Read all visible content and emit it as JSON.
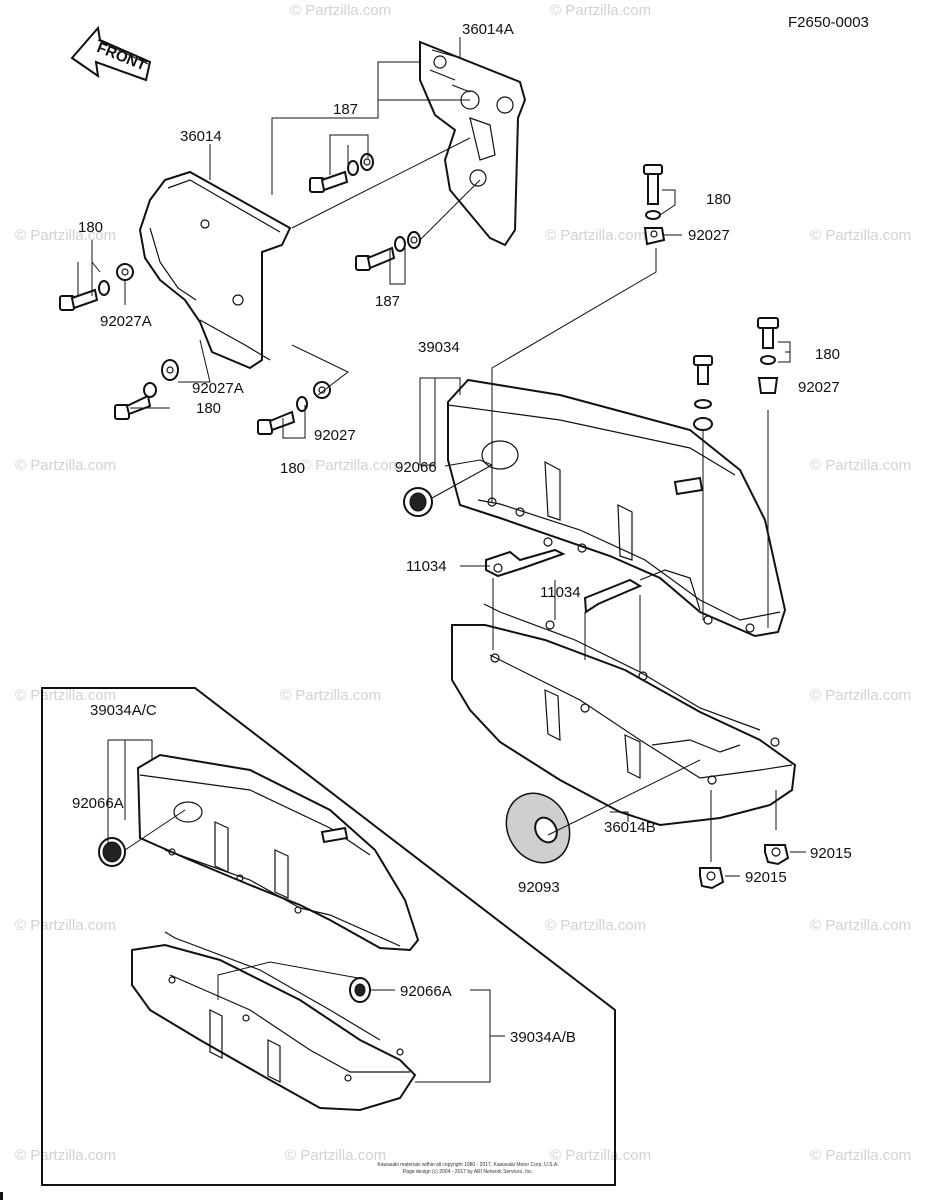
{
  "figure_code": "F2650-0003",
  "front_arrow": "FRONT",
  "watermark": "© Partzilla.com",
  "labels": {
    "l36014A": "36014A",
    "l36014": "36014",
    "l187a": "187",
    "l187b": "187",
    "l180a": "180",
    "l92027Aa": "92027A",
    "l92027Ab": "92027A",
    "l180b": "180",
    "l92027a": "92027",
    "l180c": "180",
    "l180d": "180",
    "l92027b": "92027",
    "l180e": "180",
    "l92027c": "92027",
    "l39034": "39034",
    "l92066": "92066",
    "l11034a": "11034",
    "l11034b": "11034",
    "l36014B": "36014B",
    "l92093": "92093",
    "l92015a": "92015",
    "l92015b": "92015",
    "l39034AC": "39034A/C",
    "l92066Aa": "92066A",
    "l92066Ab": "92066A",
    "l39034AB": "39034A/B"
  },
  "footer": {
    "line1": "Kawasaki materials within all copyright 1980 - 2017, Kawasaki Motor Corp, U.S.A.",
    "line2": "Page design (c) 2004 - 2017 by ARI Network Services, Inc."
  }
}
